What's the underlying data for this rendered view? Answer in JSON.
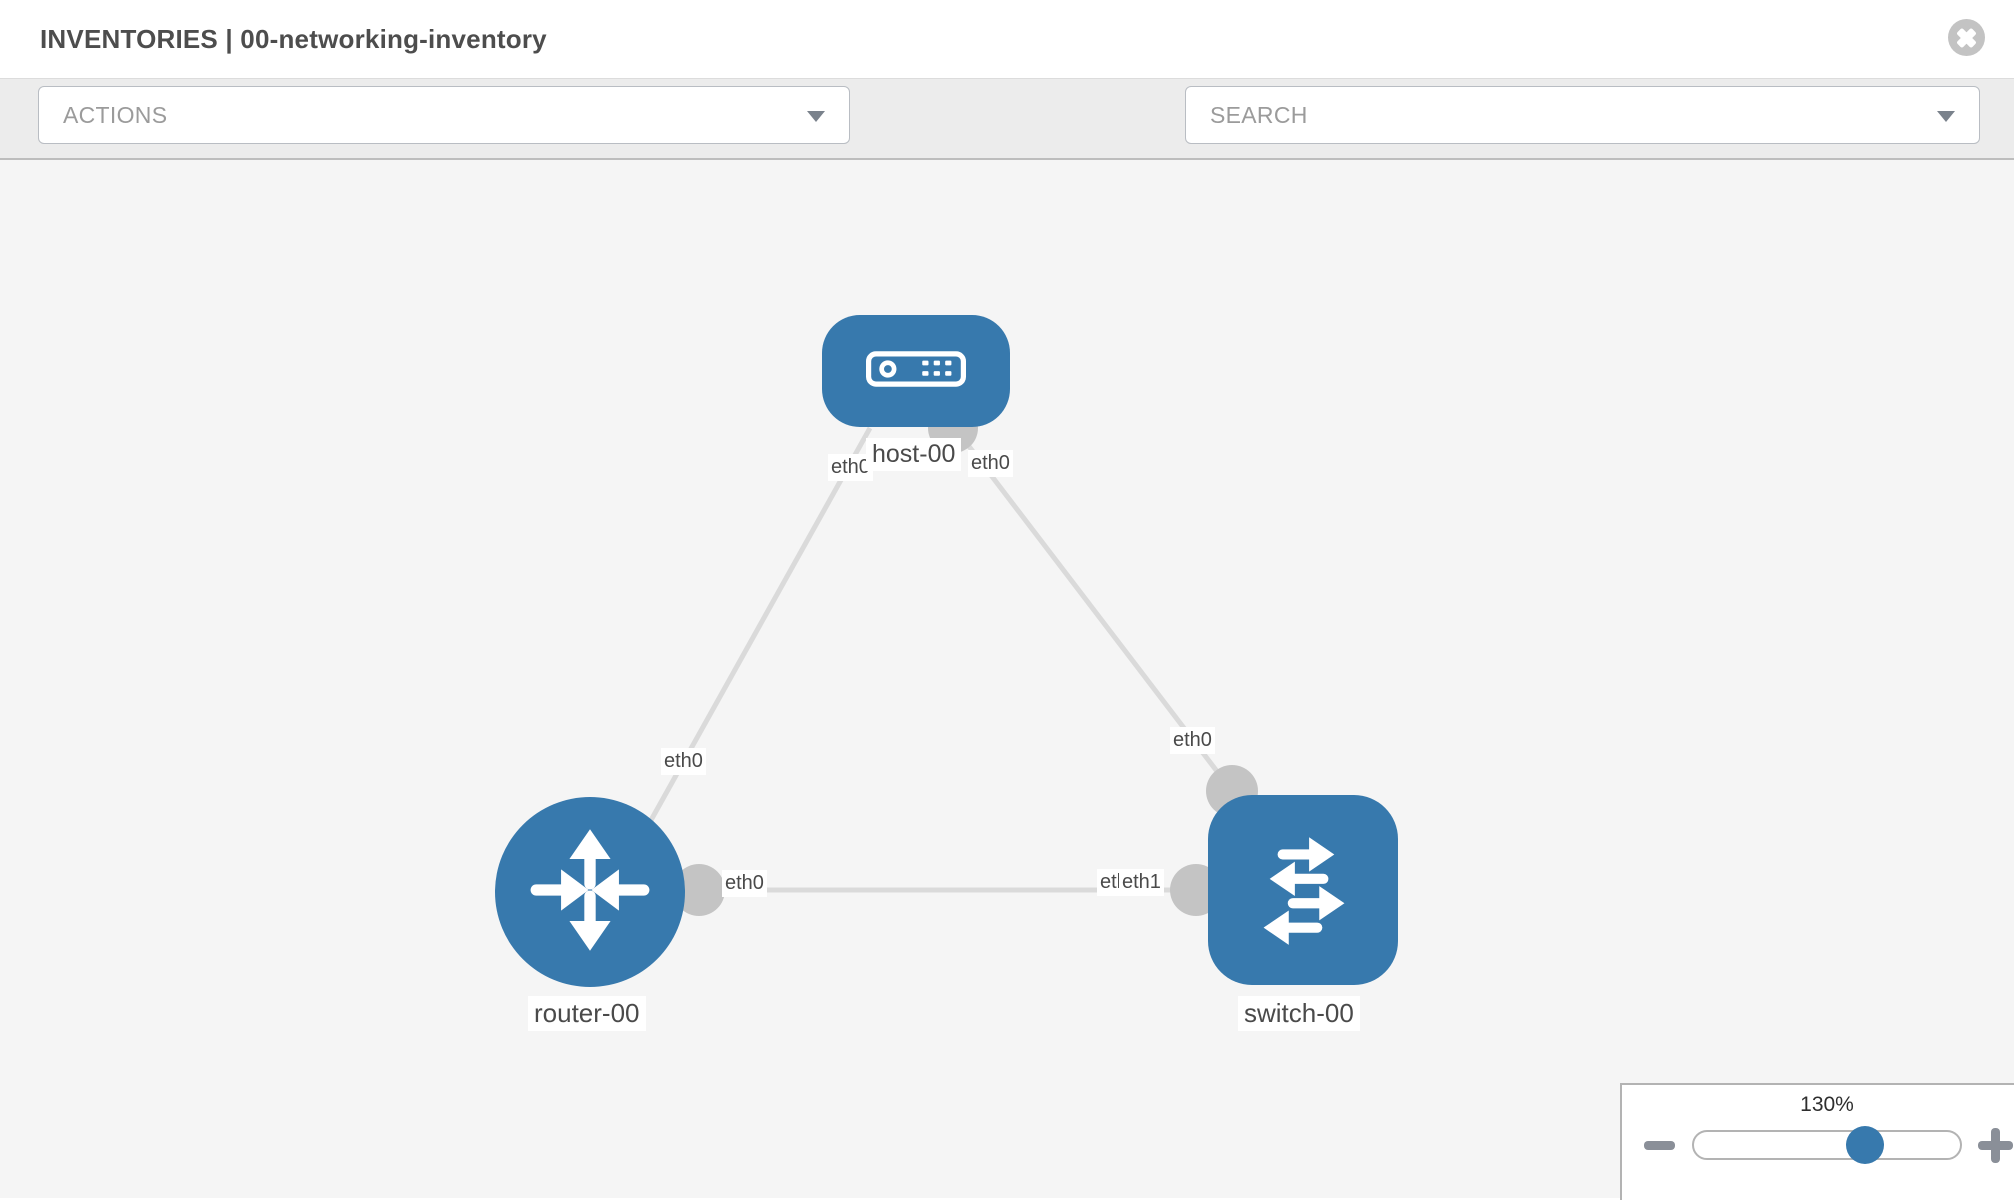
{
  "header": {
    "title": "INVENTORIES | 00-networking-inventory"
  },
  "toolbar": {
    "actions_label": "ACTIONS",
    "search_label": "SEARCH",
    "icons": [
      "wrench-icon",
      "key-icon"
    ]
  },
  "topology": {
    "nodes": [
      {
        "label": "host-00",
        "type": "host"
      },
      {
        "label": "router-00",
        "type": "router"
      },
      {
        "label": "switch-00",
        "type": "switch"
      }
    ],
    "interface_labels": [
      {
        "text": "eth0"
      },
      {
        "text": "eth0"
      },
      {
        "text": "eth0"
      },
      {
        "text": "eth0"
      },
      {
        "text": "eth0"
      },
      {
        "text": "eth0"
      },
      {
        "text": "eth1"
      }
    ],
    "links": [
      {
        "from": "host-00",
        "from_interface": "eth0",
        "to": "router-00",
        "to_interface": "eth0"
      },
      {
        "from": "host-00",
        "from_interface": "eth0",
        "to": "switch-00",
        "to_interface": "eth0"
      },
      {
        "from": "router-00",
        "from_interface": "eth0",
        "to": "switch-00",
        "to_interface": "eth1"
      }
    ]
  },
  "zoom_control": {
    "level": "130%"
  },
  "colors": {
    "node_blue": "#3779ad",
    "port_gray": "#c4c4c4",
    "link_gray": "#dadada",
    "toolbar_bg": "#ececec",
    "canvas_bg": "#f5f5f5"
  }
}
